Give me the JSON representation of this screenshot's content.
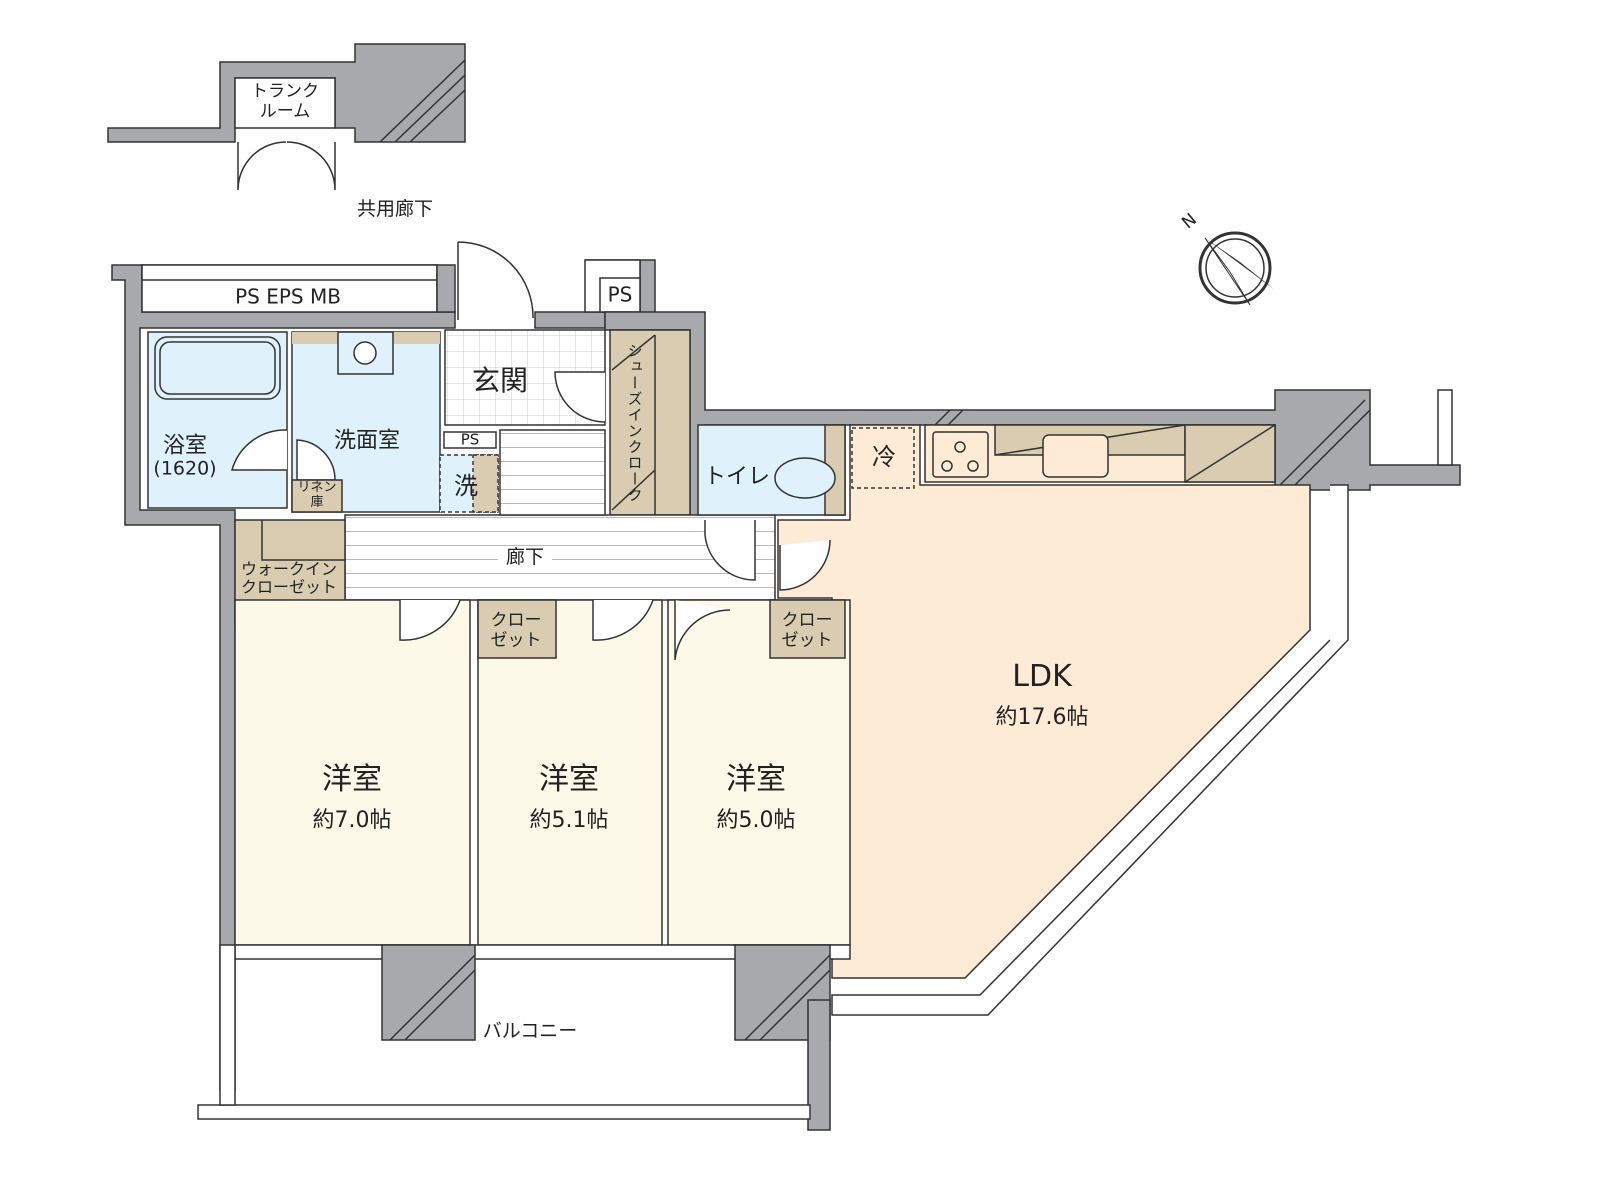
{
  "colors": {
    "wall": "#a7a9ac",
    "wet_area": "#dff1fb",
    "storage": "#d9ccb1",
    "bedroom": "#fdf9e9",
    "ldk": "#fdebd5",
    "line": "#333333"
  },
  "outside": {
    "trunk_room": [
      "トランク",
      "ルーム"
    ],
    "common_corridor": "共用廊下",
    "balcony": "バルコニー"
  },
  "utility": {
    "ps_eps_mb": "PS EPS MB",
    "ps_top": "PS",
    "ps_wash": "PS"
  },
  "rooms": {
    "bath": {
      "name": "浴室",
      "size": "(1620)"
    },
    "washroom": "洗面室",
    "washer": "洗",
    "linen": [
      "リネン",
      "庫"
    ],
    "entrance": "玄関",
    "shoes_closet": "シューズインクローク",
    "toilet": "トイレ",
    "fridge": "冷",
    "corridor": "廊下",
    "walk_in_closet": [
      "ウォークイン",
      "クローゼット"
    ],
    "closet_a": [
      "クロー",
      "ゼット"
    ],
    "closet_b": [
      "クロー",
      "ゼット"
    ],
    "bedroom1": {
      "name": "洋室",
      "size": "約7.0帖"
    },
    "bedroom2": {
      "name": "洋室",
      "size": "約5.1帖"
    },
    "bedroom3": {
      "name": "洋室",
      "size": "約5.0帖"
    },
    "ldk": {
      "name": "LDK",
      "size": "約17.6帖"
    }
  },
  "compass": {
    "label": "N",
    "icon": "north-arrow-icon"
  }
}
